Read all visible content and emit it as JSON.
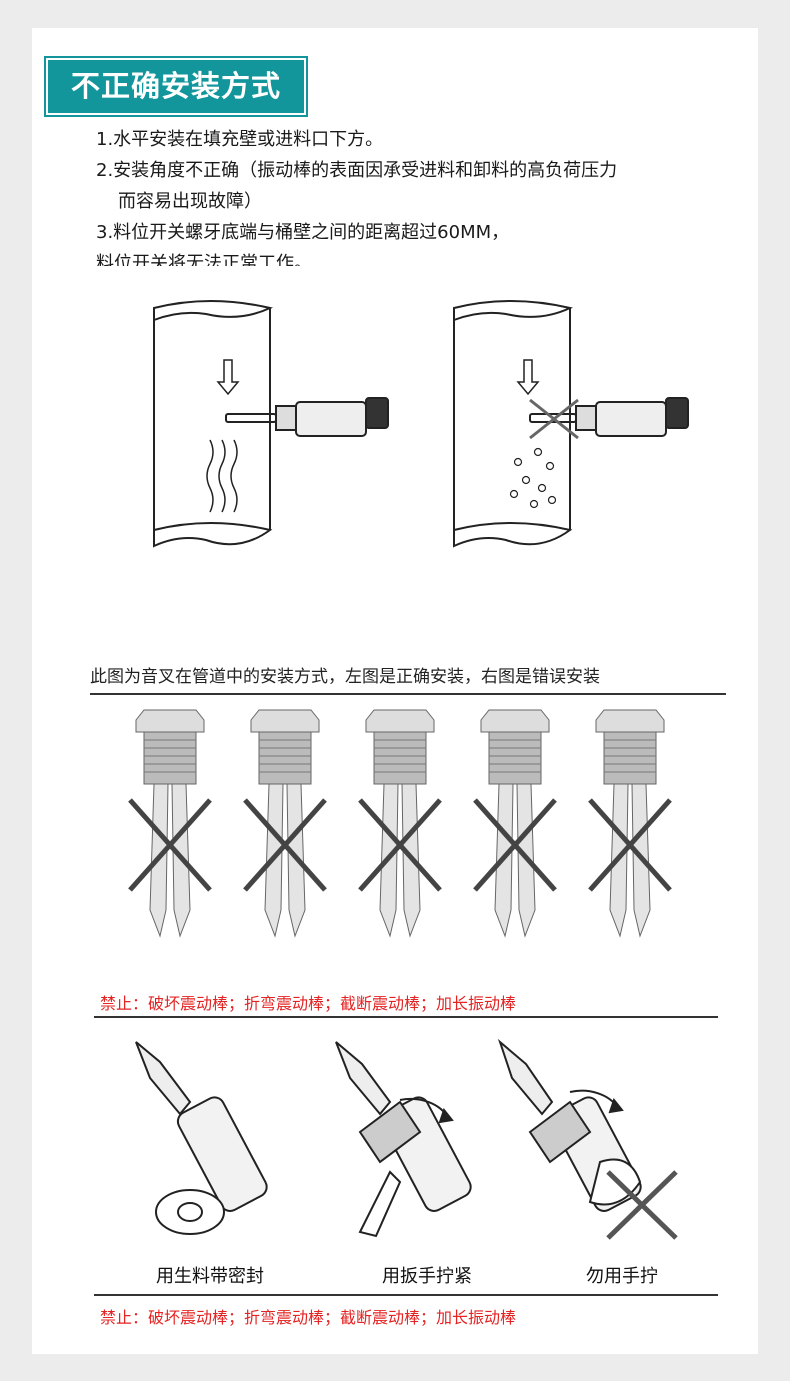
{
  "header": {
    "title": "不正确安装方式"
  },
  "notes": {
    "line1": "1.水平安装在填充壁或进料口下方。",
    "line2": "2.安装角度不正确（振动棒的表面因承受进料和卸料的高负荷压力",
    "line2b": "而容易出现故障）",
    "line3": "3.料位开关螺牙底端与桶壁之间的距离超过60MM，",
    "line4": "料位开关将无法正常工作。"
  },
  "section": {
    "title": "此图为音叉在管道中的安装方式，左图是正确安装，右图是错误安装"
  },
  "warning": {
    "text": "禁止：破坏震动棒；折弯震动棒；截断震动棒；加长振动棒"
  },
  "captions": {
    "seal": "用生料带密封",
    "wrench": "用扳手拧紧",
    "hand": "勿用手拧"
  }
}
